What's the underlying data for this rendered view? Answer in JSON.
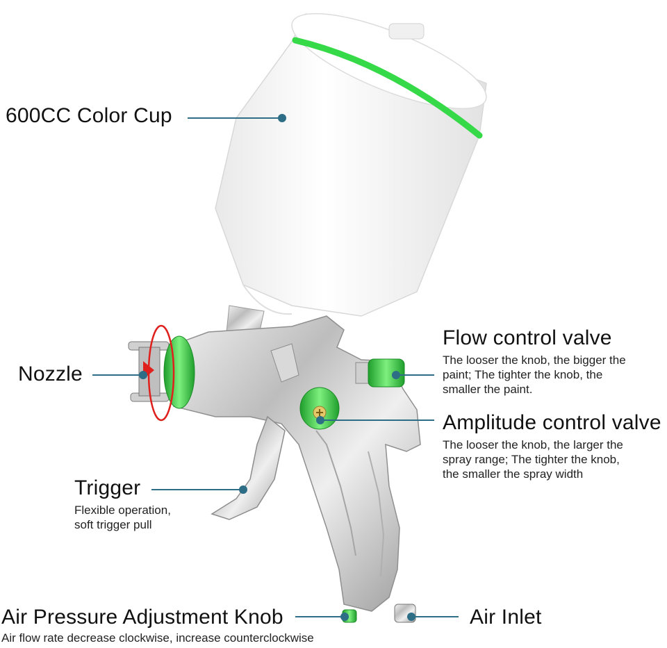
{
  "callouts": {
    "color_cup": {
      "title": "600CC Color Cup"
    },
    "nozzle": {
      "title": "Nozzle"
    },
    "flow_valve": {
      "title": "Flow control valve",
      "desc_lines": [
        "The looser the knob, the bigger the",
        "paint; The tighter the knob, the",
        "smaller the paint."
      ]
    },
    "amplitude_valve": {
      "title": "Amplitude control valve",
      "desc_lines": [
        "The looser the knob, the larger the",
        "spray range; The tighter the knob,",
        "the smaller the spray width"
      ]
    },
    "trigger": {
      "title": "Trigger",
      "desc_lines": [
        "Flexible operation,",
        "soft trigger pull"
      ]
    },
    "air_pressure_knob": {
      "title": "Air Pressure Adjustment Knob",
      "desc": "Air flow rate decrease clockwise, increase counterclockwise"
    },
    "air_inlet": {
      "title": "Air Inlet"
    }
  },
  "colors": {
    "leader": "#2d6d86",
    "accent_green": "#3cd24b",
    "arrow_red": "#e0201c",
    "cup_white": "#f7f7f7",
    "chrome": "#c9c9c9"
  }
}
